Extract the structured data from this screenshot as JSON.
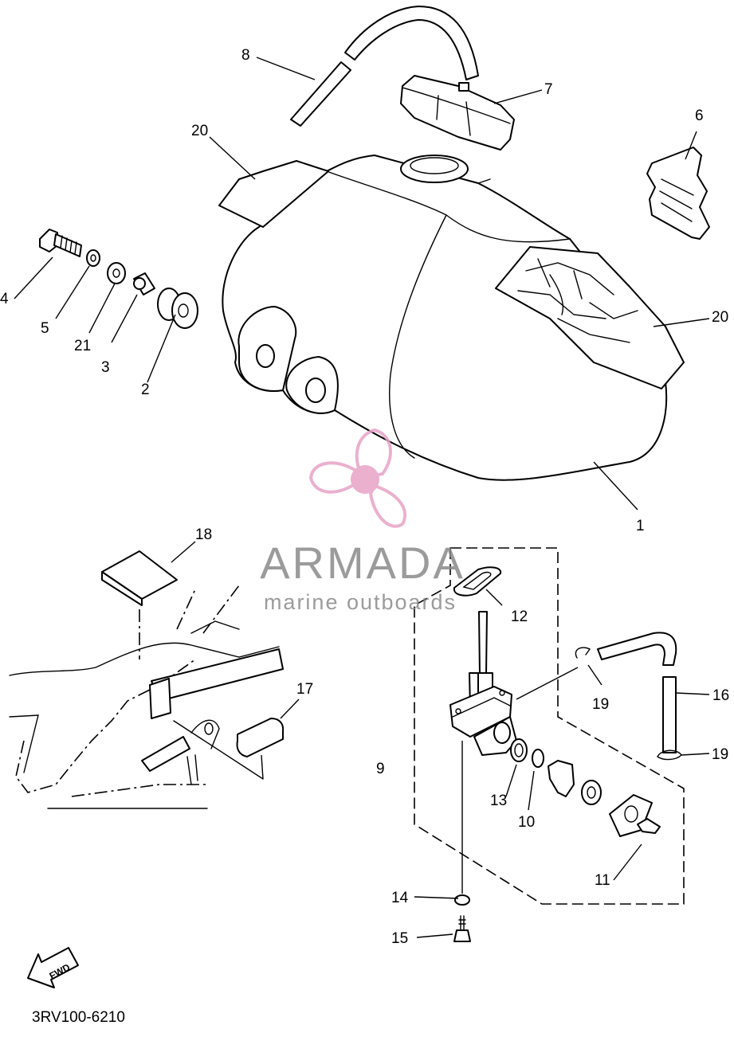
{
  "diagram_code": "3RV100-6210",
  "fwd_label": "FWD",
  "watermark": {
    "brand": "ARMADA",
    "tagline": "marine outboards",
    "color": "#e8a3c6",
    "text_color": "#8a8a8a"
  },
  "callouts": {
    "c1": "1",
    "c2": "2",
    "c3": "3",
    "c4": "4",
    "c5": "5",
    "c6": "6",
    "c7": "7",
    "c8": "8",
    "c9": "9",
    "c10": "10",
    "c11": "11",
    "c12": "12",
    "c13": "13",
    "c14": "14",
    "c15": "15",
    "c16": "16",
    "c17": "17",
    "c18": "18",
    "c19a": "19",
    "c19b": "19",
    "c20a": "20",
    "c20b": "20",
    "c21": "21"
  }
}
